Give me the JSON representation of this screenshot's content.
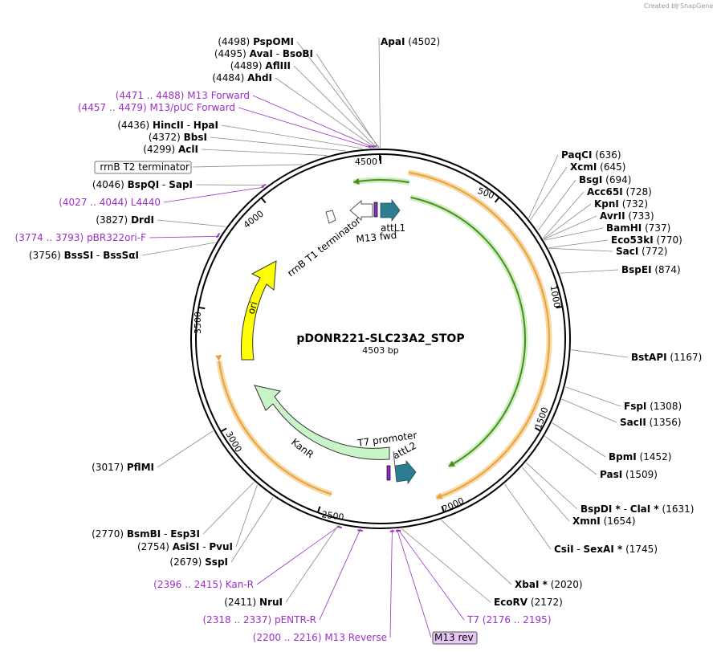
{
  "header": {
    "created_by": "Created by",
    "brand": "SnapGene"
  },
  "plasmid": {
    "name": "pDONR221-SLC23A2_STOP",
    "size_label": "4503 bp",
    "length": 4503
  },
  "ticks": [
    "500",
    "1000",
    "1500",
    "2000",
    "2500",
    "3000",
    "3500",
    "4000",
    "4500"
  ],
  "features": [
    {
      "name": "attL1"
    },
    {
      "name": "M13 fwd"
    },
    {
      "name": "rrnB T1 terminator"
    },
    {
      "name": "ori"
    },
    {
      "name": "KanR"
    },
    {
      "name": "T7 promoter"
    },
    {
      "name": "attL2"
    }
  ],
  "left_labels": [
    {
      "pos": "(4498)",
      "name": "PspOMI"
    },
    {
      "pos": "(4495)",
      "name": "AvaI",
      "sep": "-",
      "name2": "BsoBI"
    },
    {
      "pos": "(4489)",
      "name": "AflIII"
    },
    {
      "pos": "(4484)",
      "name": "AhdI"
    },
    {
      "pos": "(4471 .. 4488)",
      "name": "M13 Forward",
      "primer": true
    },
    {
      "pos": "(4457 .. 4479)",
      "name": "M13/pUC Forward",
      "primer": true
    },
    {
      "pos": "(4436)",
      "name": "HincII",
      "sep": "-",
      "name2": "HpaI"
    },
    {
      "pos": "(4372)",
      "name": "BbsI"
    },
    {
      "pos": "(4299)",
      "name": "AclI"
    },
    {
      "boxed": true,
      "name": "rrnB T2 terminator"
    },
    {
      "pos": "(4046)",
      "name": "BspQI",
      "sep": "-",
      "name2": "SapI"
    },
    {
      "pos": "(4027 .. 4044)",
      "name": "L4440",
      "primer": true
    },
    {
      "pos": "(3827)",
      "name": "DrdI"
    },
    {
      "pos": "(3774 .. 3793)",
      "name": "pBR322ori-F",
      "primer": true
    },
    {
      "pos": "(3756)",
      "name": "BssSI",
      "sep": "-",
      "name2": "BssSαI"
    },
    {
      "pos": "(3017)",
      "name": "PflMI"
    },
    {
      "pos": "(2770)",
      "name": "BsmBI",
      "sep": "-",
      "name2": "Esp3I"
    },
    {
      "pos": "(2754)",
      "name": "AsiSI",
      "sep": "-",
      "name2": "PvuI"
    },
    {
      "pos": "(2679)",
      "name": "SspI"
    },
    {
      "pos": "(2396 .. 2415)",
      "name": "Kan-R",
      "primer": true
    },
    {
      "pos": "(2411)",
      "name": "NruI"
    },
    {
      "pos": "(2318 .. 2337)",
      "name": "pENTR-R",
      "primer": true
    },
    {
      "pos": "(2200 .. 2216)",
      "name": "M13 Reverse",
      "primer": true
    }
  ],
  "right_labels": [
    {
      "name": "ApaI",
      "pos": "(4502)"
    },
    {
      "name": "PaqCI",
      "pos": "(636)"
    },
    {
      "name": "XcmI",
      "pos": "(645)"
    },
    {
      "name": "BsgI",
      "pos": "(694)"
    },
    {
      "name": "Acc65I",
      "pos": "(728)"
    },
    {
      "name": "KpnI",
      "pos": "(732)"
    },
    {
      "name": "AvrII",
      "pos": "(733)"
    },
    {
      "name": "BamHI",
      "pos": "(737)"
    },
    {
      "name": "Eco53kI",
      "pos": "(770)"
    },
    {
      "name": "SacI",
      "pos": "(772)"
    },
    {
      "name": "BspEI",
      "pos": "(874)"
    },
    {
      "name": "BstAPI",
      "pos": "(1167)"
    },
    {
      "name": "FspI",
      "pos": "(1308)"
    },
    {
      "name": "SacII",
      "pos": "(1356)"
    },
    {
      "name": "BpmI",
      "pos": "(1452)"
    },
    {
      "name": "PasI",
      "pos": "(1509)"
    },
    {
      "name": "BspDI *",
      "sep": "-",
      "name2": "ClaI *",
      "pos": "(1631)"
    },
    {
      "name": "XmnI",
      "pos": "(1654)"
    },
    {
      "name": "CsiI",
      "sep": "-",
      "name2": "SexAI *",
      "pos": "(1745)"
    },
    {
      "name": "XbaI *",
      "pos": "(2020)"
    },
    {
      "name": "EcoRV",
      "pos": "(2172)"
    },
    {
      "name": "T7",
      "pos": "(2176 .. 2195)",
      "primer": true
    },
    {
      "name": "M13 rev",
      "boxed": true
    }
  ],
  "colors": {
    "orange_orf": "#e8a33d",
    "green_orf": "#4a8f1a",
    "ori": "#ffff00",
    "kanr": "#c7f5c7",
    "att": "#2b7d8f",
    "primer": "#9b2fc7",
    "backbone": "#000000"
  }
}
